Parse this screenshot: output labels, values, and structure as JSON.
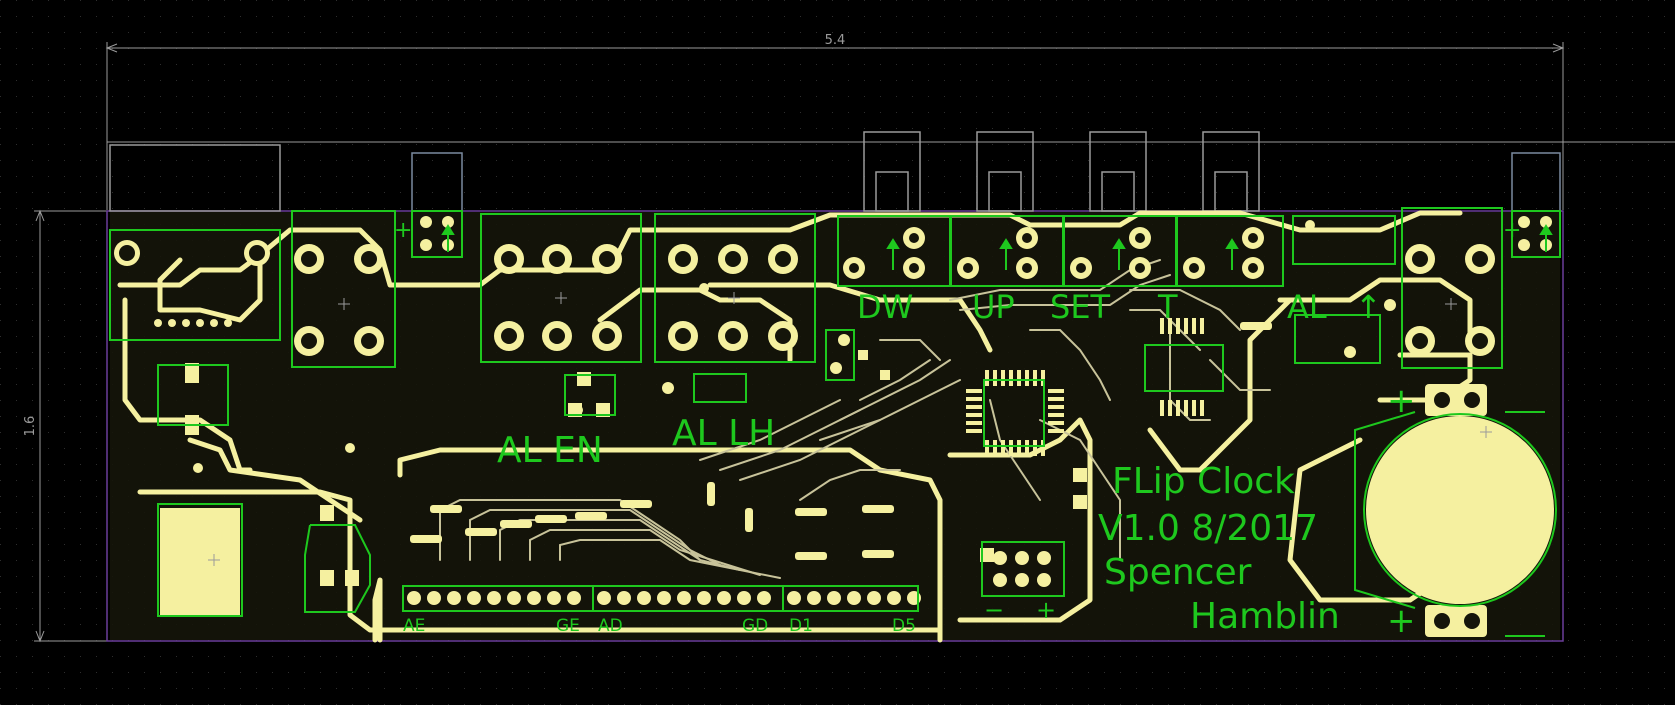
{
  "dimensions": {
    "width_label": "5.4",
    "height_label": "1.6"
  },
  "labels": {
    "button_dw": "DW",
    "button_up": "UP",
    "button_set": "SET",
    "button_t": "T",
    "alarm": "AL",
    "alarm_arrow": "↑",
    "al_en": "AL EN",
    "al_lh": "AL LH",
    "header_ae": "AE",
    "header_ge": "GE",
    "header_ad": "AD",
    "header_gd": "GD",
    "header_d1": "D1",
    "header_d5": "D5",
    "plus": "+",
    "minus": "−"
  },
  "credits": {
    "line1": "FLip Clock",
    "line2": "V1.0 8/2017",
    "line3": "Spencer",
    "line4": "Hamblin"
  },
  "colors": {
    "background": "#000000",
    "grid": "#2a2a2a",
    "copper": "#f5f0a0",
    "copper_dark": "#3b3a18",
    "silk": "#1ec81e",
    "outline": "#8a8a8a",
    "board_edge": "#6a3d9a",
    "ic_outline": "#3a4a8a"
  }
}
